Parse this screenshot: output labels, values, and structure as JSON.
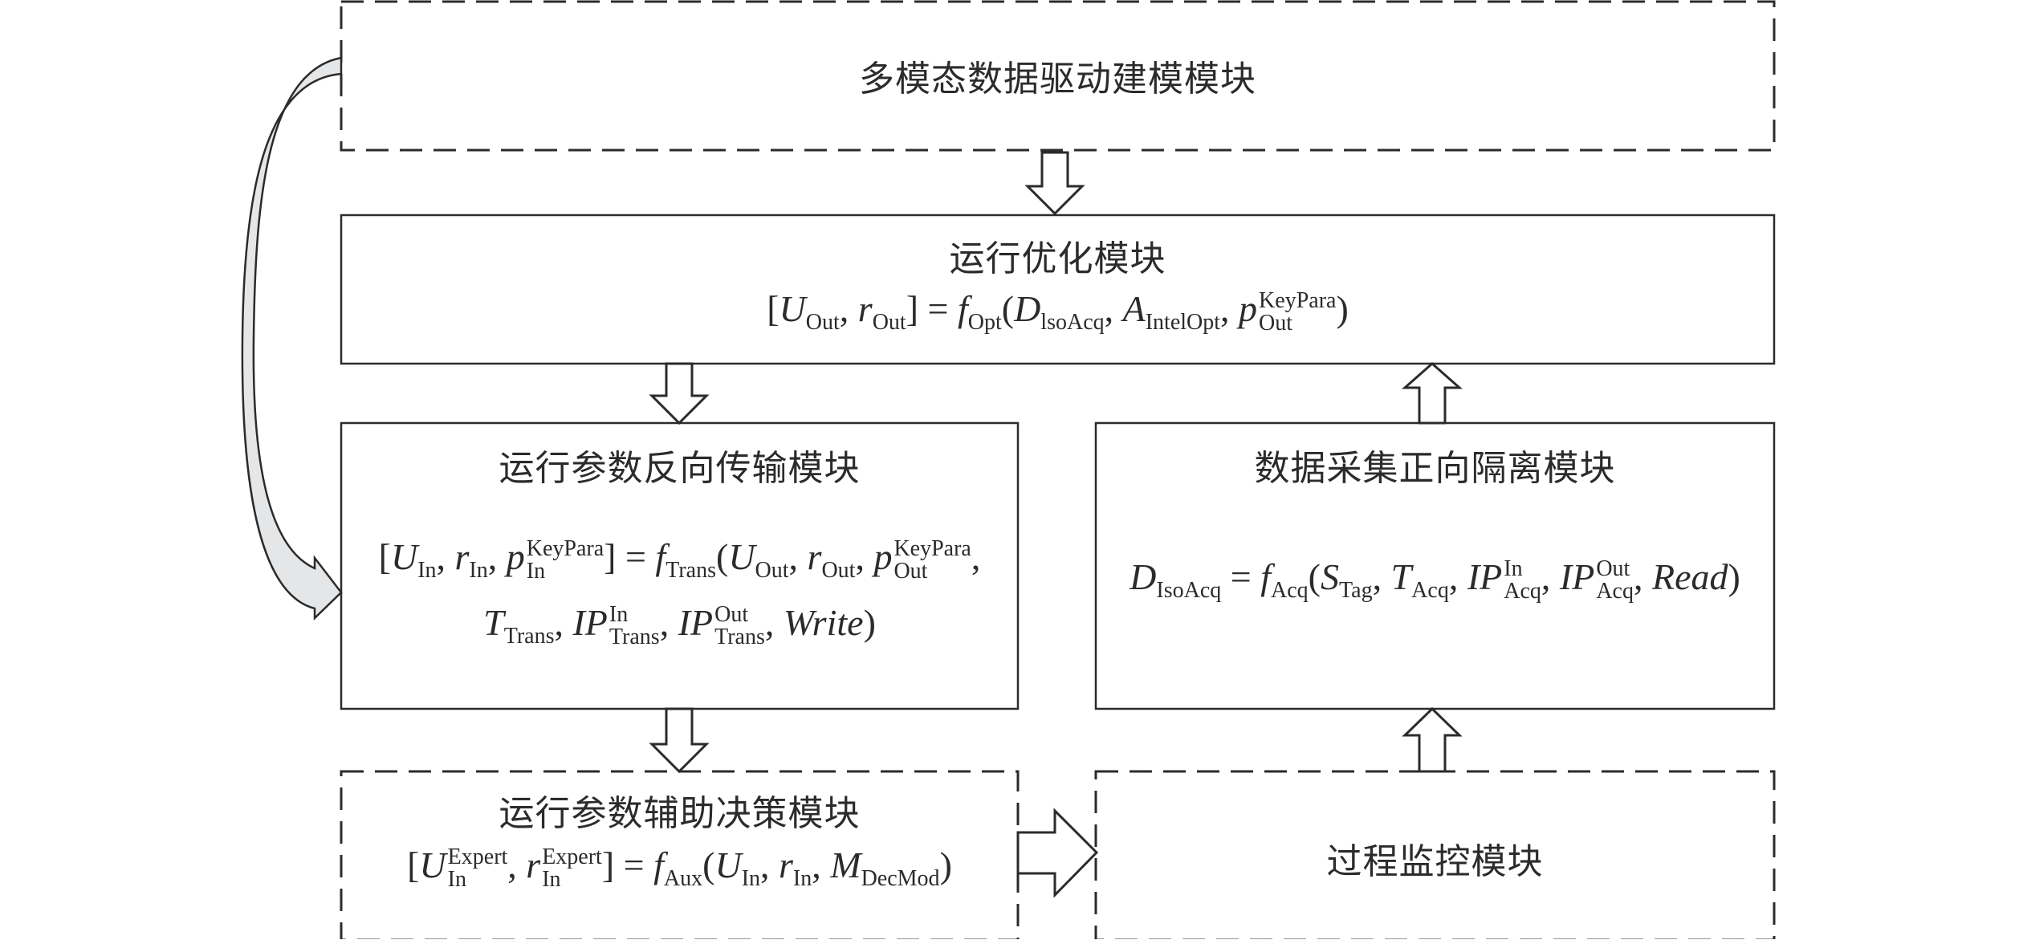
{
  "modules": {
    "multimodal": {
      "title": "多模态数据驱动建模模块"
    },
    "optimization": {
      "title": "运行优化模块",
      "equation": {
        "lhs": [
          "U",
          "Out",
          "r",
          "Out"
        ],
        "func": "f",
        "func_sub": "Opt",
        "args": [
          "D",
          "lsoAcq",
          "A",
          "IntelOpt",
          "p",
          "Out",
          "KeyPara"
        ]
      }
    },
    "reverse_transfer": {
      "title": "运行参数反向传输模块",
      "equation": {
        "lhs": [
          "U",
          "In",
          "r",
          "In",
          "p",
          "In",
          "KeyPara"
        ],
        "func": "f",
        "func_sub": "Trans",
        "line1_args": [
          "U",
          "Out",
          "r",
          "Out",
          "p",
          "Out",
          "KeyPara"
        ],
        "line2_args": [
          "T",
          "Trans",
          "IP",
          "Trans",
          "In",
          "IP",
          "Trans",
          "Out",
          "Write"
        ]
      }
    },
    "forward_isolation": {
      "title": "数据采集正向隔离模块",
      "equation": {
        "lhs": [
          "D",
          "IsoAcq"
        ],
        "func": "f",
        "func_sub": "Acq",
        "args": [
          "S",
          "Tag",
          "T",
          "Acq",
          "IP",
          "Acq",
          "In",
          "IP",
          "Acq",
          "Out",
          "Read"
        ]
      }
    },
    "decision_aid": {
      "title": "运行参数辅助决策模块",
      "equation": {
        "lhs": [
          "U",
          "In",
          "Expert",
          "r",
          "In",
          "Expert"
        ],
        "func": "f",
        "func_sub": "Aux",
        "args": [
          "U",
          "In",
          "r",
          "In",
          "M",
          "DecMod"
        ]
      }
    },
    "monitoring": {
      "title": "过程监控模块"
    }
  },
  "colors": {
    "stroke": "#2b2b2b",
    "curved_arrow_fill": "#e4e6e8",
    "background": "#ffffff"
  }
}
